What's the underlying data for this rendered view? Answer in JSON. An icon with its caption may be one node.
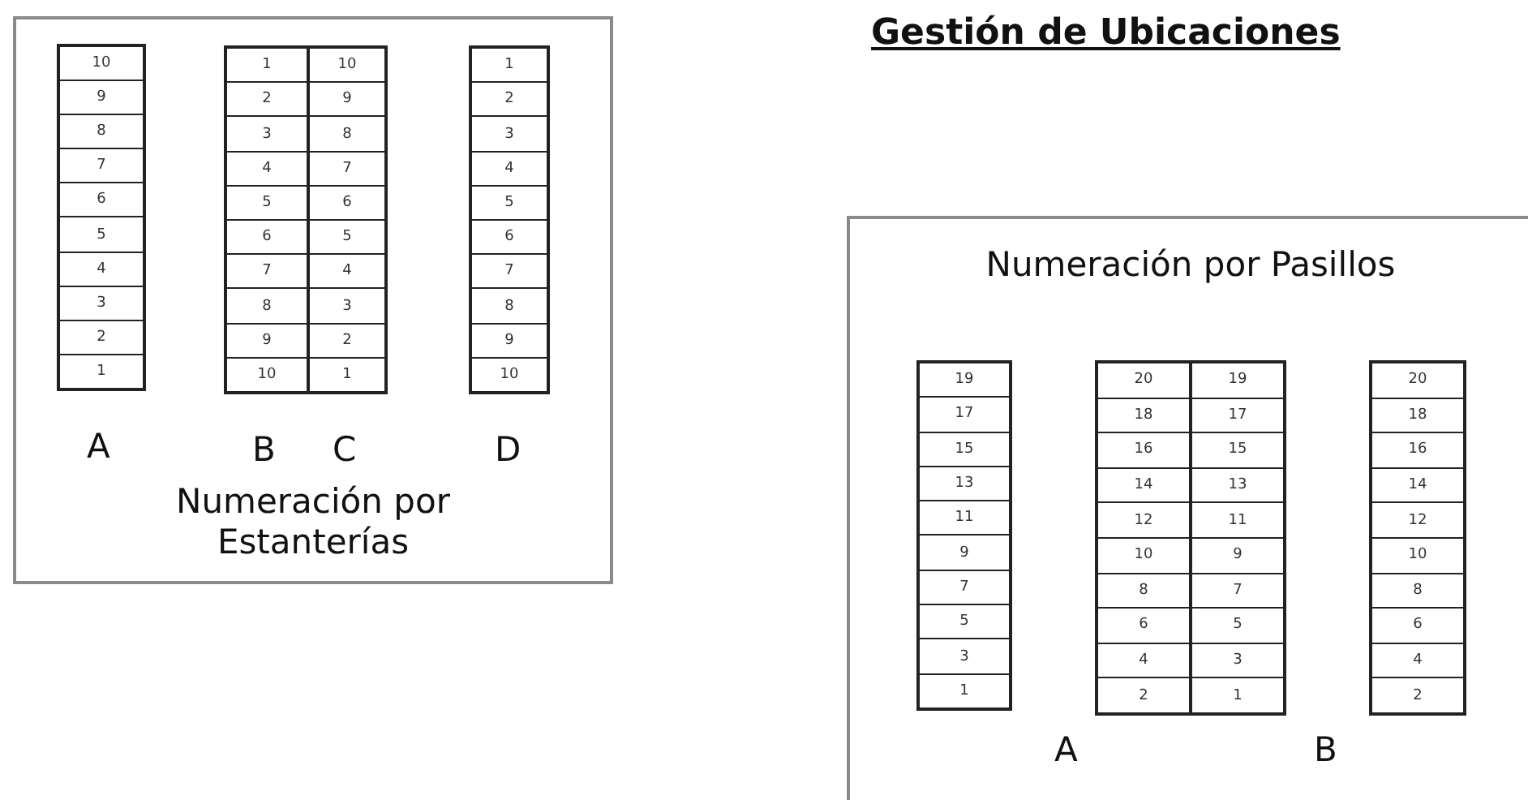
{
  "diagram": {
    "title": "Gestión de Ubicaciones",
    "nodes": [
      {
        "text": [
          "Numeración por Estanterías"
        ]
      },
      {
        "text": [
          "10",
          "9",
          "8",
          "7",
          "6",
          "5",
          "4",
          "3",
          "2",
          "1"
        ],
        "in": 0,
        "beside": [
          "A"
        ]
      },
      {
        "text": [
          "1",
          "2",
          "3",
          "4",
          "5",
          "6",
          "7",
          "8",
          "9",
          "10"
        ],
        "in": 0,
        "beside": [
          "B"
        ]
      },
      {
        "text": [
          "10",
          "9",
          "8",
          "7",
          "6",
          "5",
          "4",
          "3",
          "2",
          "1"
        ],
        "in": 0,
        "beside": [
          "C"
        ]
      },
      {
        "text": [
          "1",
          "2",
          "3",
          "4",
          "5",
          "6",
          "7",
          "8",
          "9",
          "10"
        ],
        "in": 0,
        "beside": [
          "D"
        ]
      },
      {
        "text": [
          "Numeración por Pasillos"
        ]
      },
      {
        "text": [
          "19",
          "17",
          "15",
          "13",
          "11",
          "9",
          "7",
          "5",
          "3",
          "1"
        ],
        "in": 5
      },
      {
        "text": [
          "20",
          "18",
          "16",
          "14",
          "12",
          "10",
          "8",
          "6",
          "4",
          "2"
        ],
        "in": 5
      },
      {
        "text": [
          "19",
          "17",
          "15",
          "13",
          "11",
          "9",
          "7",
          "5",
          "3",
          "1"
        ],
        "in": 5
      },
      {
        "text": [
          "20",
          "18",
          "16",
          "14",
          "12",
          "10",
          "8",
          "6",
          "4",
          "2"
        ],
        "in": 5
      }
    ],
    "edges": [],
    "labels": [
      "A",
      "B"
    ]
  }
}
